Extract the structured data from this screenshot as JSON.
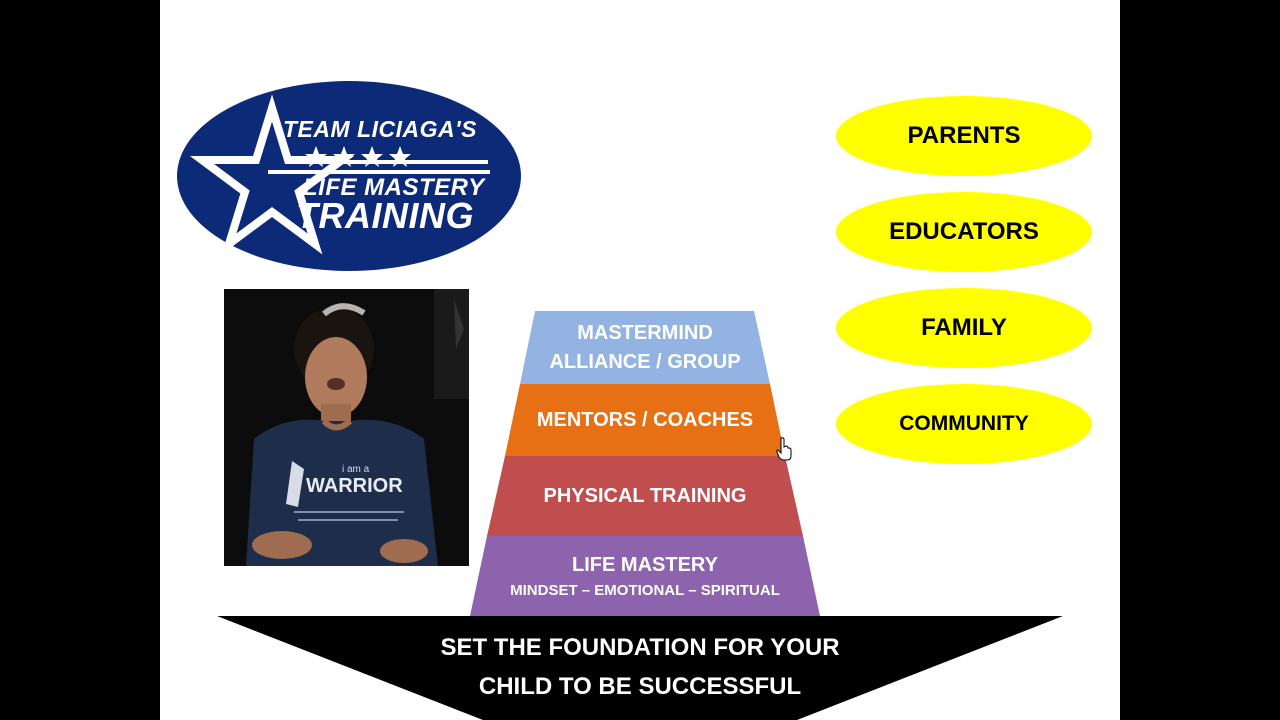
{
  "logo": {
    "line1": "TEAM LICIAGA'S",
    "line2": "LIFE MASTERY",
    "line3": "TRAINING",
    "icon": "star-logo",
    "colors": {
      "background": "#0d2a79",
      "text": "#ffffff"
    }
  },
  "video": {
    "shirt_text_1": "i am a",
    "shirt_text_2": "WARRIOR"
  },
  "pyramid": {
    "tiers": [
      {
        "line1": "MASTERMIND",
        "line2": "ALLIANCE / GROUP",
        "color": "#93b4e2"
      },
      {
        "line1": "MENTORS / COACHES",
        "color": "#e76f14"
      },
      {
        "line1": "PHYSICAL TRAINING",
        "color": "#c04e4e"
      },
      {
        "line1": "LIFE MASTERY",
        "line2": "MINDSET – EMOTIONAL – SPIRITUAL",
        "color": "#8c63ac"
      }
    ]
  },
  "audience": {
    "items": [
      "PARENTS",
      "EDUCATORS",
      "FAMILY",
      "COMMUNITY"
    ],
    "color": "#ffff00"
  },
  "banner": {
    "line1": "SET THE FOUNDATION FOR YOUR",
    "line2": "CHILD TO BE SUCCESSFUL"
  },
  "cursor": {
    "icon": "hand-pointer-icon"
  }
}
